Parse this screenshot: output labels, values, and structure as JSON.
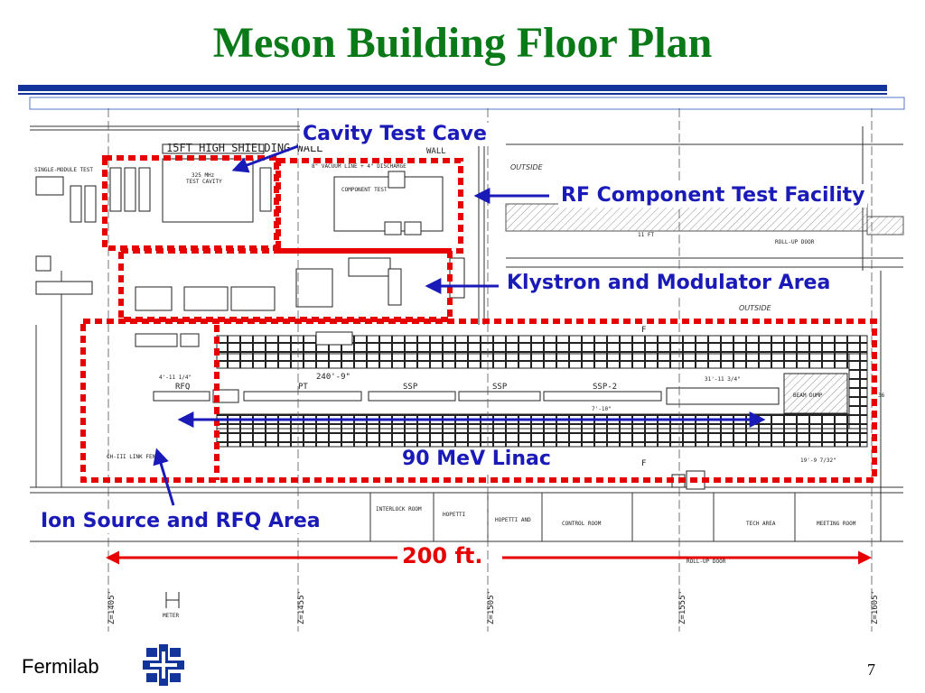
{
  "slide": {
    "title": "Meson Building Floor Plan",
    "page_number": "7",
    "footer_org": "Fermilab",
    "accent_colors": {
      "title": "#0a7a18",
      "rule": "#13349a",
      "labels": "#1a1ab8",
      "highlight": "#e60000"
    }
  },
  "callouts": {
    "cavity_test_cave": "Cavity Test Cave",
    "rf_component_test_facility": "RF Component Test Facility",
    "klystron_modulator_area": "Klystron and Modulator Area",
    "linac": "90 MeV Linac",
    "ion_source_rfq": "Ion Source and RFQ Area",
    "scale": "200 ft."
  },
  "drawing": {
    "shielding_wall": "15FT HIGH SHIELDING WALL",
    "wall": "WALL",
    "outside_top": "OUTSIDE",
    "outside_mid": "OUTSIDE",
    "test_cave_label_1": "325 MHz",
    "test_cave_label_2": "TEST CAVITY",
    "discharge": "8\" VACUUM LINE + 4\" DISCHARGE",
    "component_test": "COMPONENT TEST",
    "single_module_test": "SINGLE-MODULE TEST",
    "roll_up_door_1": "ROLL-UP DOOR",
    "roll_up_door_2": "ROLL-UP DOOR",
    "eleven_ft": "11 FT",
    "ssp_1": "SSP",
    "ssp_2": "SSP",
    "ssp_3": "SSP-2",
    "pt": "PT",
    "rfq": "RFQ",
    "beam_dump": "BEAM DUMP",
    "dim_1": "240'-9\"",
    "dim_2": "4'-11 1/4\"",
    "dim_3": "31'-11 3/4\"",
    "dim_4": "7'-10\"",
    "dim_5": "19'-9 7/32\"",
    "f_marker_1": "F",
    "f_marker_2": "F",
    "ch_link": "CH-III LINK FEN",
    "control_room": "CONTROL ROOM",
    "tech_area": "TECH AREA",
    "meeting_room": "MEETING ROOM",
    "interlock_room": "INTERLOCK ROOM",
    "hopetti": "HOPETTI",
    "hopetti_2": "HOPETTI AND",
    "meter": "METER",
    "z_1": "Z=1405'",
    "z_2": "Z=1455'",
    "z_3": "Z=1505'",
    "z_4": "Z=1555'",
    "z_5": "Z=1605'",
    "n36": "36"
  }
}
